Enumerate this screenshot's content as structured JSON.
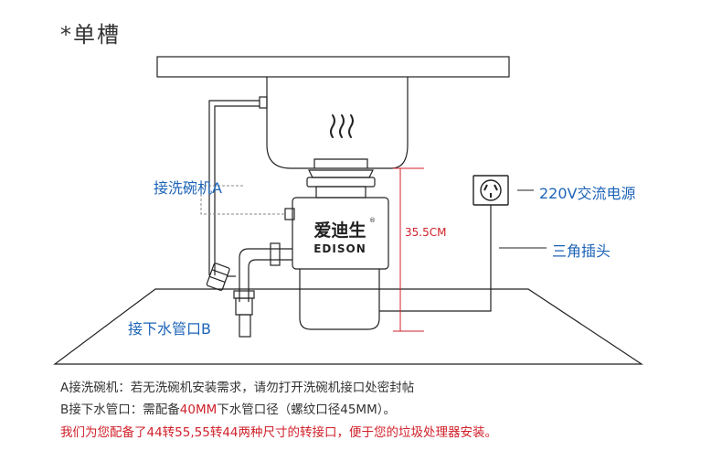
{
  "title": "*单槽",
  "labels": {
    "dishwasher_port": "接洗碗机A",
    "drain_port": "接下水管口B",
    "height_dimension": "35.5CM",
    "power": "220V交流电源",
    "plug": "三角插头"
  },
  "brand": {
    "logo_cn": "爱迪生",
    "logo_en": "EDISON"
  },
  "notes": {
    "line1": "A接洗碗机：若无洗碗机安装需求，请勿打开洗碗机接口处密封帖",
    "line2_prefix": "B接下水管口：需配备",
    "line2_highlight": "40MM",
    "line2_suffix": "下水管口径（螺纹口径45MM）。",
    "line3": "我们为您配备了44转55,55转44两种尺寸的转接口，便于您的垃圾处理器安装。"
  },
  "colors": {
    "line": "#222222",
    "label_blue": "#1d64b8",
    "dimension_red": "#d0202a",
    "leader_gray": "#888888"
  },
  "icons": [
    "steam-icon",
    "power-socket-icon"
  ]
}
